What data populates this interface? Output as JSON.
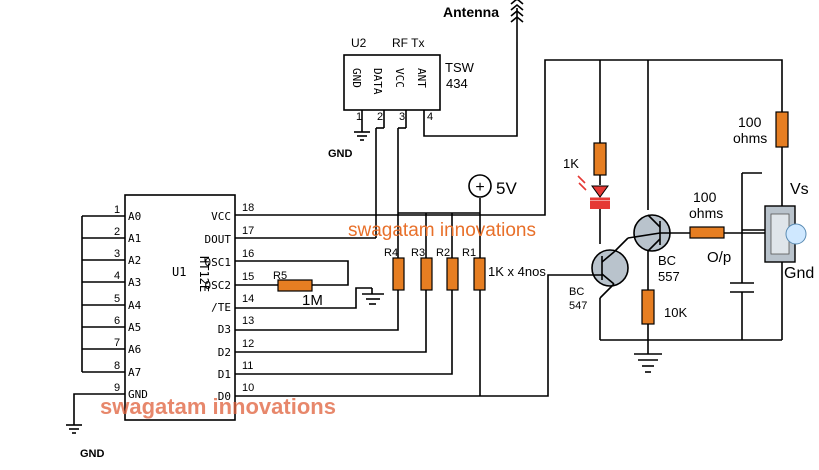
{
  "antenna": {
    "label": "Antenna"
  },
  "transmitter": {
    "ref": "U2",
    "type": "RF Tx",
    "model_line1": "TSW",
    "model_line2": "434",
    "pins": [
      {
        "num": "1",
        "name": "GND"
      },
      {
        "num": "2",
        "name": "DATA"
      },
      {
        "num": "3",
        "name": "VCC"
      },
      {
        "num": "4",
        "name": "ANT"
      }
    ],
    "ground_label": "GND"
  },
  "encoder": {
    "ref": "U1",
    "part": "HT12E",
    "left_pins": [
      {
        "num": "1",
        "name": "A0"
      },
      {
        "num": "2",
        "name": "A1"
      },
      {
        "num": "3",
        "name": "A2"
      },
      {
        "num": "4",
        "name": "A3"
      },
      {
        "num": "5",
        "name": "A4"
      },
      {
        "num": "6",
        "name": "A5"
      },
      {
        "num": "7",
        "name": "A6"
      },
      {
        "num": "8",
        "name": "A7"
      },
      {
        "num": "9",
        "name": "GND"
      }
    ],
    "right_pins": [
      {
        "num": "18",
        "name": "VCC"
      },
      {
        "num": "17",
        "name": "DOUT"
      },
      {
        "num": "16",
        "name": "OSC1"
      },
      {
        "num": "15",
        "name": "OSC2"
      },
      {
        "num": "14",
        "name": "/TE"
      },
      {
        "num": "13",
        "name": "D3"
      },
      {
        "num": "12",
        "name": "D2"
      },
      {
        "num": "11",
        "name": "D1"
      },
      {
        "num": "10",
        "name": "D0"
      }
    ],
    "ground_label": "GND"
  },
  "osc_resistor": {
    "ref": "R5",
    "value": "1M"
  },
  "pullups": {
    "refs": [
      "R4",
      "R3",
      "R2",
      "R1"
    ],
    "value": "1K x 4nos"
  },
  "supply": {
    "symbol": "+",
    "label": "5V"
  },
  "led_resistor": {
    "value": "1K"
  },
  "q1": {
    "type": "BC",
    "number": "547"
  },
  "q2": {
    "type": "BC",
    "number": "557"
  },
  "collector_resistor": {
    "value": "10K"
  },
  "base_resistor": {
    "line1": "100",
    "line2": "ohms"
  },
  "top_resistor": {
    "line1": "100",
    "line2": "ohms"
  },
  "output_label": "O/p",
  "sensor_vs": "Vs",
  "sensor_gnd": "Gnd",
  "watermarks": {
    "middle": "swagatam innovations",
    "bottom": "swagatam innovations"
  },
  "colors": {
    "wire": "#000000",
    "resistor": "#e67e22",
    "led": "#e53935",
    "watermark": "#e8702a",
    "sensor": "#9aa6b2"
  }
}
